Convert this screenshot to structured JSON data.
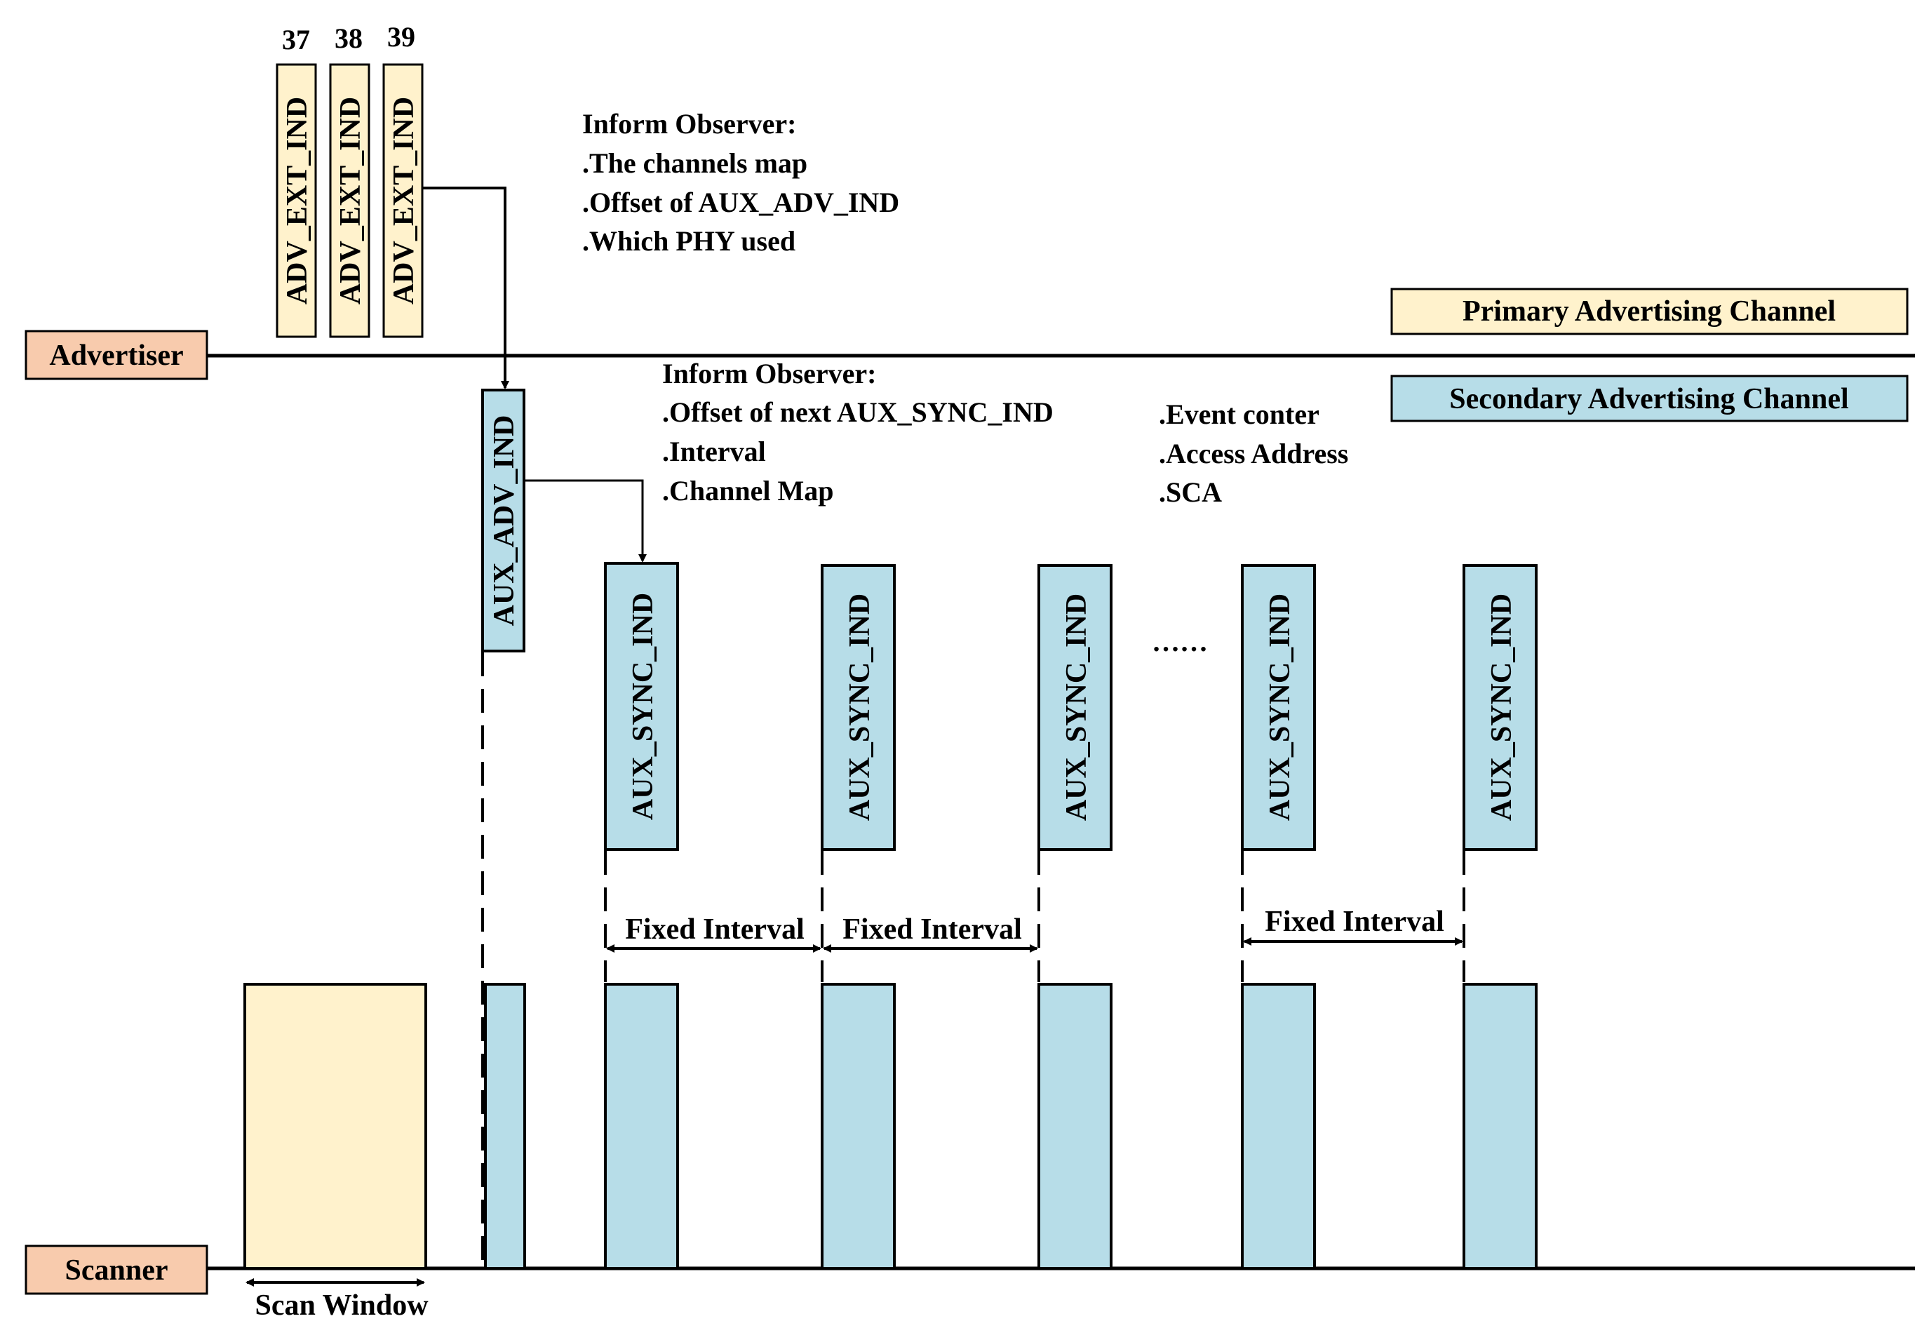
{
  "actors": {
    "advertiser": "Advertiser",
    "scanner": "Scanner"
  },
  "legend": {
    "primary": "Primary Advertising Channel",
    "secondary": "Secondary Advertising Channel"
  },
  "colors": {
    "primary_fill": "#fff2cc",
    "secondary_fill": "#b7dde8",
    "actor_fill": "#f8cbad",
    "line": "#000000"
  },
  "channels": [
    "37",
    "38",
    "39"
  ],
  "packets": {
    "adv_ext": "ADV_EXT_IND",
    "aux_adv": "AUX_ADV_IND",
    "aux_sync": "AUX_SYNC_IND"
  },
  "notes": {
    "note1": [
      "Inform Observer:",
      ".The channels map",
      ".Offset of AUX_ADV_IND",
      ".Which PHY used"
    ],
    "note2": [
      "Inform Observer:",
      ".Offset of next AUX_SYNC_IND",
      ".Interval",
      ".Channel Map"
    ],
    "note3": [
      ".Event conter",
      ".Access Address",
      ".SCA"
    ]
  },
  "fixed_interval": "Fixed Interval",
  "scan_window": "Scan Window",
  "ellipsis": "……"
}
